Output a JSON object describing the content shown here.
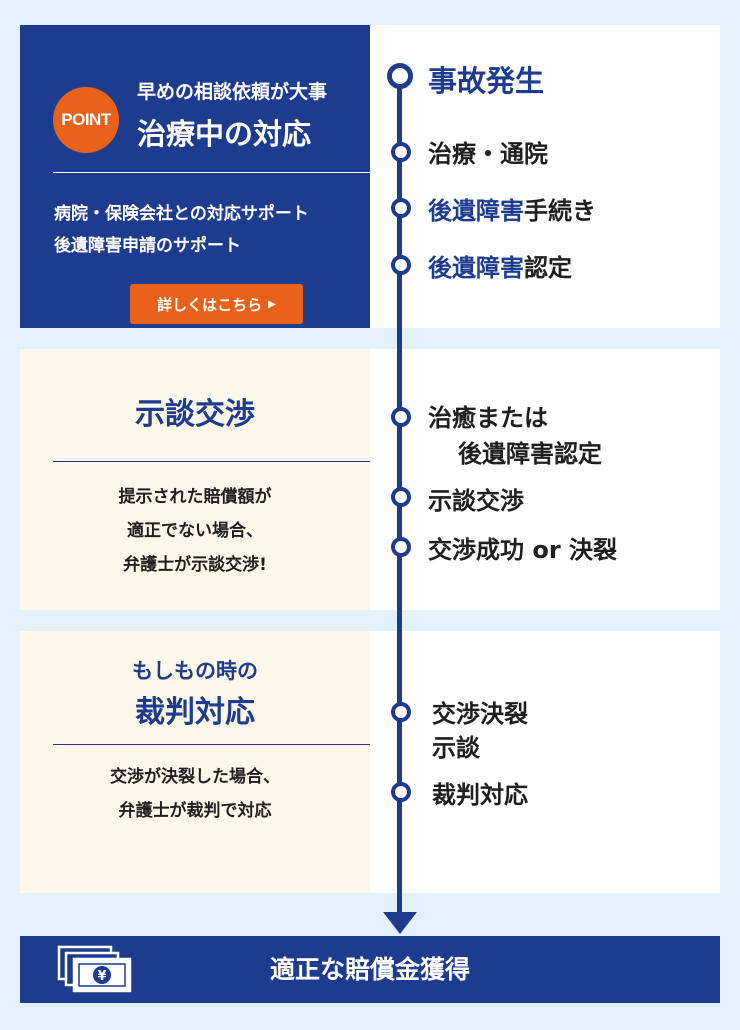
{
  "section1": {
    "badge": "POINT",
    "subtitle": "早めの相談依頼が大事",
    "title": "治療中の対応",
    "desc_line1": "病院・保険会社との対応サポート",
    "desc_line2": "後遺障害申請のサポート",
    "button_label": "詳しくはこちら",
    "button_icon": "triangle-right-icon"
  },
  "section2": {
    "title": "示談交渉",
    "desc_line1": "提示された賠償額が",
    "desc_line2": "適正でない場合、",
    "desc_line3": "弁護士が示談交渉!"
  },
  "section3": {
    "title_line1": "もしもの時の",
    "title_line2": "裁判対応",
    "desc_line1": "交渉が決裂した場合、",
    "desc_line2": "弁護士が裁判で対応"
  },
  "timeline": {
    "step1": "事故発生",
    "step2": "治療・通院",
    "step3_blue": "後遺障害",
    "step3_rest": "手続き",
    "step4_blue": "後遺障害",
    "step4_rest": "認定",
    "step5_line1": "治癒または",
    "step5_line2": "後遺障害認定",
    "step6": "示談交渉",
    "step7": "交渉成功 or 決裂",
    "step8_line1": "交渉決裂",
    "step8_line2": "示談",
    "step9": "裁判対応"
  },
  "bottom": {
    "label": "適正な賠償金獲得",
    "icon": "money-icon",
    "currency_symbol": "¥"
  },
  "colors": {
    "navy": "#1d3c8e",
    "orange": "#e9621b",
    "cream": "#fdf8ea",
    "background": "#e3f1fc"
  }
}
